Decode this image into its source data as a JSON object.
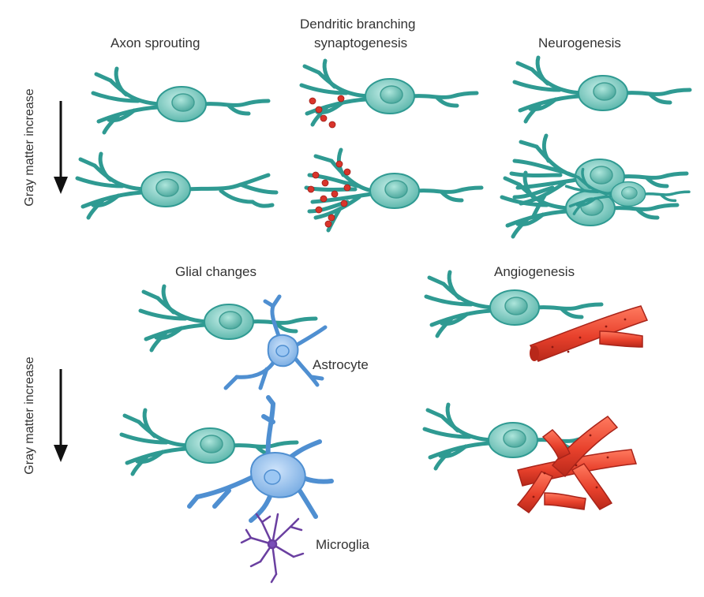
{
  "panels": {
    "axon_sprouting": "Axon sprouting",
    "dendritic_line1": "Dendritic branching",
    "dendritic_line2": "synaptogenesis",
    "neurogenesis": "Neurogenesis",
    "glial_changes": "Glial changes",
    "angiogenesis": "Angiogenesis"
  },
  "side_labels": {
    "top": "Gray matter increase",
    "bottom": "Gray matter increase"
  },
  "cell_labels": {
    "astrocyte": "Astrocyte",
    "microglia": "Microglia"
  },
  "colors": {
    "neuron": "#2f9a92",
    "neuron_fill": "#7fcfc4",
    "synapse": "#d9342b",
    "astrocyte": "#4f8fd1",
    "astrocyte_fill": "#8fbdf0",
    "microglia": "#6a3fa0",
    "vessel": "#e8412c",
    "arrow": "#111111"
  }
}
